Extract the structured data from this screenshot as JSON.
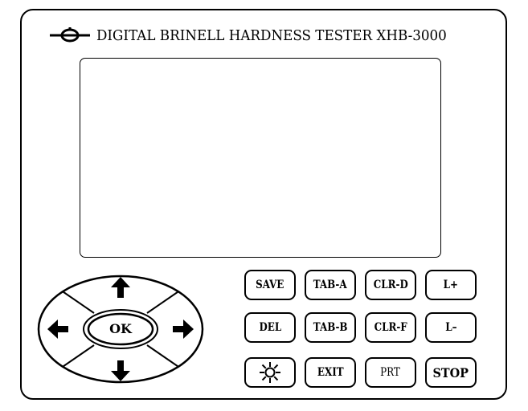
{
  "header": {
    "title": "DIGITAL BRINELL HARDNESS TESTER XHB-3000",
    "logo_icon": "ellipse-cross-logo-icon"
  },
  "screen": {
    "content": ""
  },
  "dpad": {
    "ok_label": "OK",
    "up_icon": "arrow-up-icon",
    "down_icon": "arrow-down-icon",
    "left_icon": "arrow-left-icon",
    "right_icon": "arrow-right-icon"
  },
  "keypad": {
    "row1": [
      "SAVE",
      "TAB-A",
      "CLR-D",
      "L+"
    ],
    "row2": [
      "DEL",
      "TAB-B",
      "CLR-F",
      "L–"
    ],
    "row3": {
      "light_icon": "sun-icon",
      "exit": "EXIT",
      "prt": "PRT",
      "stop": "STOP"
    }
  },
  "colors": {
    "ink": "#000000",
    "background": "#ffffff"
  }
}
